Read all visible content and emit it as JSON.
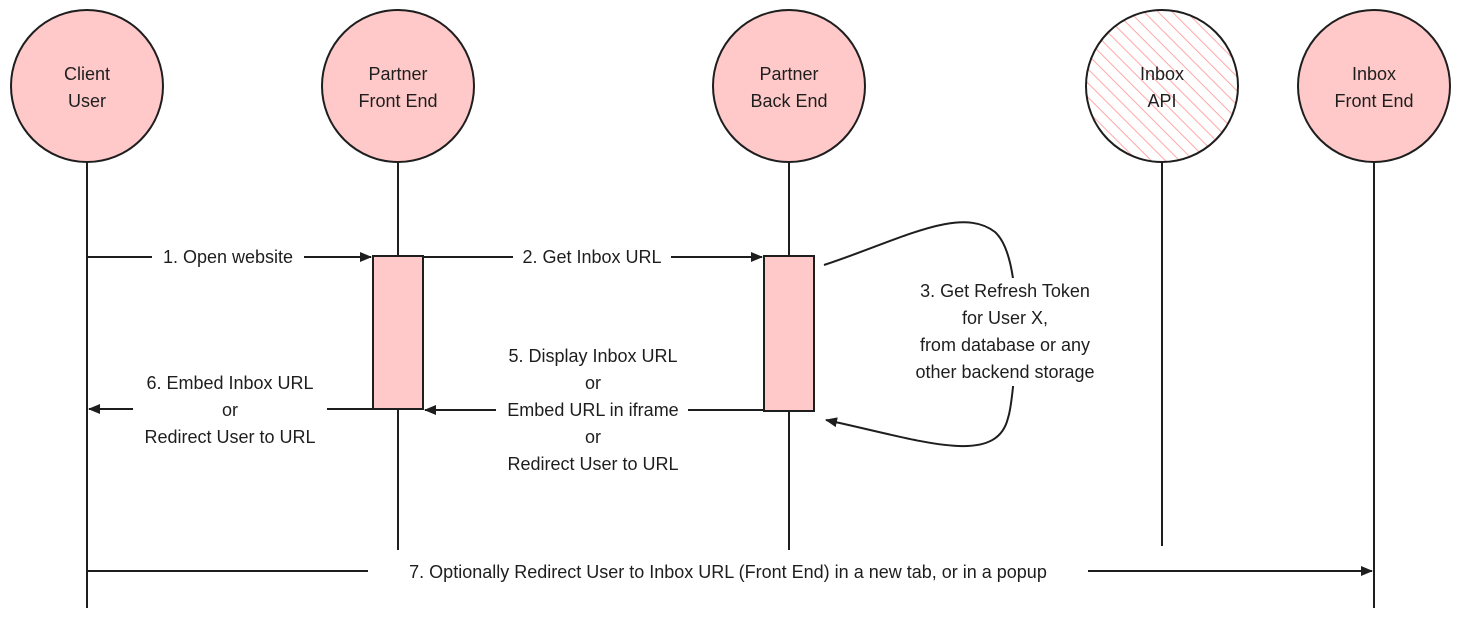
{
  "actors": [
    {
      "id": "client",
      "lines": [
        "Client",
        "User"
      ]
    },
    {
      "id": "partner-fe",
      "lines": [
        "Partner",
        "Front End"
      ]
    },
    {
      "id": "partner-be",
      "lines": [
        "Partner",
        "Back End"
      ]
    },
    {
      "id": "inbox-api",
      "lines": [
        "Inbox",
        "API"
      ],
      "hatched": true
    },
    {
      "id": "inbox-fe",
      "lines": [
        "Inbox",
        "Front End"
      ]
    }
  ],
  "messages": {
    "m1": [
      "1. Open website"
    ],
    "m2": [
      "2. Get Inbox URL"
    ],
    "m3": [
      "3. Get Refresh Token",
      "for User X,",
      "from database or any",
      "other backend storage"
    ],
    "m5": [
      "5. Display Inbox URL",
      "or",
      "Embed URL in iframe",
      "or",
      "Redirect User to URL"
    ],
    "m6": [
      "6. Embed Inbox URL",
      "or",
      "Redirect User to URL"
    ],
    "m7": [
      "7. Optionally Redirect User to Inbox URL (Front End) in a new tab, or in a popup"
    ]
  },
  "colors": {
    "actor_fill": "#ffc9c9",
    "hatch": "#ffa8a8",
    "stroke": "#1e1e1e"
  }
}
